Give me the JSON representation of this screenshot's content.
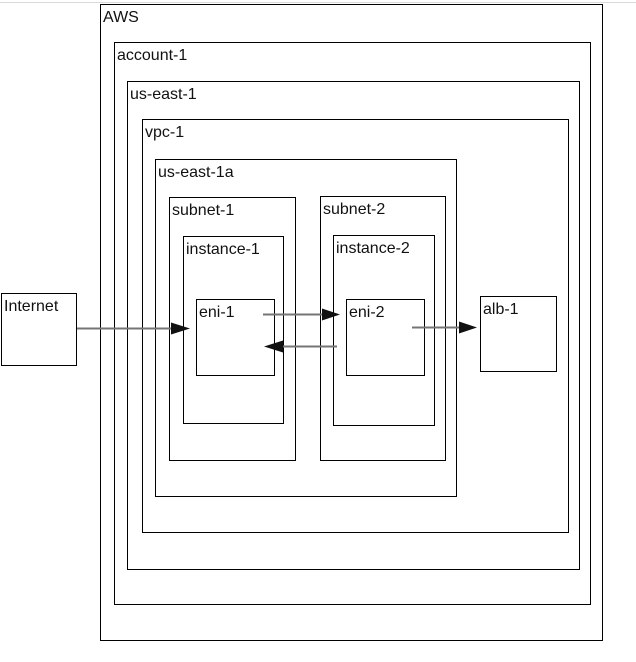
{
  "diagram": {
    "nodes": {
      "internet": {
        "label": "Internet"
      },
      "aws": {
        "label": "AWS"
      },
      "account1": {
        "label": "account-1"
      },
      "useast1": {
        "label": "us-east-1"
      },
      "vpc1": {
        "label": "vpc-1"
      },
      "useast1a": {
        "label": "us-east-1a"
      },
      "subnet1": {
        "label": "subnet-1"
      },
      "subnet2": {
        "label": "subnet-2"
      },
      "instance1": {
        "label": "instance-1"
      },
      "instance2": {
        "label": "instance-2"
      },
      "eni1": {
        "label": "eni-1"
      },
      "eni2": {
        "label": "eni-2"
      },
      "alb1": {
        "label": "alb-1"
      }
    },
    "hierarchy": [
      "AWS > account-1 > us-east-1 > vpc-1 > us-east-1a",
      "us-east-1a > subnet-1 > instance-1 > eni-1",
      "us-east-1a > subnet-2 > instance-2 > eni-2",
      "vpc-1 > alb-1",
      "Internet (outside AWS)"
    ],
    "edges": [
      {
        "from": "Internet",
        "to": "eni-1"
      },
      {
        "from": "eni-1",
        "to": "eni-2"
      },
      {
        "from": "eni-2",
        "to": "eni-1"
      },
      {
        "from": "eni-2",
        "to": "alb-1"
      }
    ],
    "colors": {
      "background": "#ffffff",
      "box_border": "#000000",
      "label_text": "#111111",
      "arrow_line": "#757575",
      "arrow_head": "#111111",
      "top_rule": "#d9d9d9"
    }
  }
}
